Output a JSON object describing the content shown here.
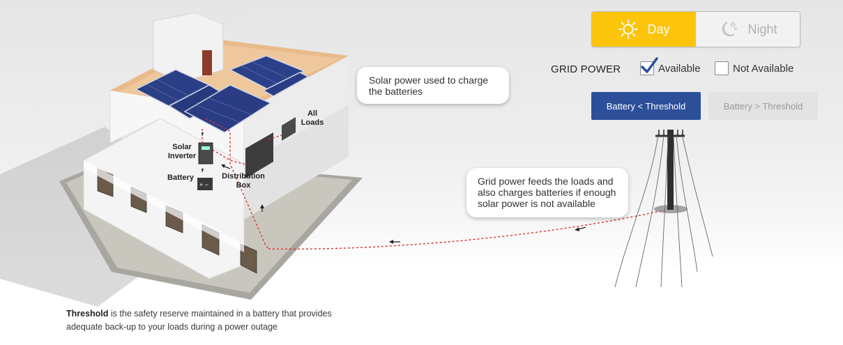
{
  "toggle": {
    "day_label": "Day",
    "night_label": "Night",
    "selected": "Day",
    "day_icon": "sun-icon",
    "night_icon": "moon-stars-icon"
  },
  "grid_power": {
    "label": "GRID POWER",
    "options": [
      {
        "label": "Available",
        "checked": true
      },
      {
        "label": "Not Available",
        "checked": false
      }
    ]
  },
  "battery": {
    "active_label": "Battery < Threshold",
    "inactive_label": "Battery > Threshold"
  },
  "bubbles": {
    "solar": "Solar power used to charge the batteries",
    "grid": "Grid power feeds the loads and also charges batteries if enough solar power is not available"
  },
  "house_labels": {
    "all_loads": "All Loads",
    "solar_inverter": "Solar Inverter",
    "battery": "Battery",
    "distribution_box": "Distribution Box"
  },
  "footnote": {
    "term": "Threshold",
    "text": " is the safety reserve maintained in a battery that provides adequate back-up to your loads during a power outage"
  },
  "colors": {
    "day_accent": "#fcc50c",
    "active_button": "#2d4f9a",
    "inactive_button": "#e3e3e3",
    "flow_line": "#d9302b"
  }
}
